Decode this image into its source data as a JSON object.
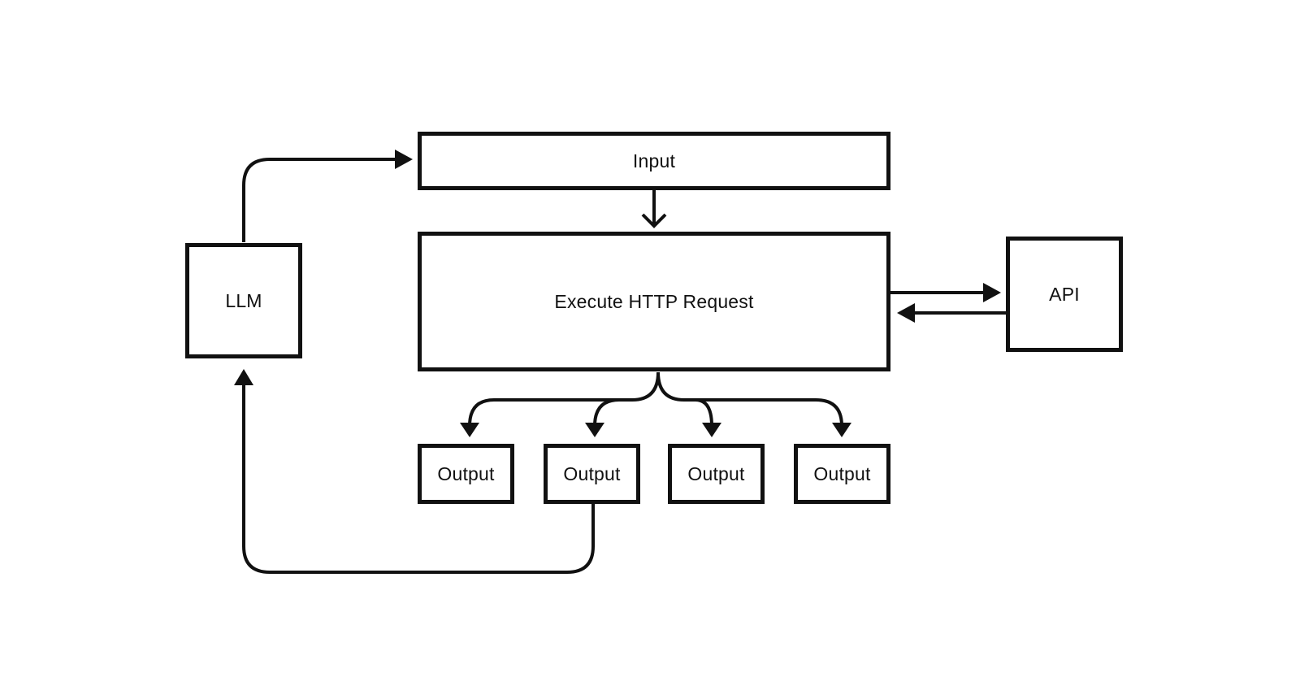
{
  "diagram": {
    "nodes": {
      "input": {
        "label": "Input"
      },
      "execute": {
        "label": "Execute HTTP Request"
      },
      "api": {
        "label": "API"
      },
      "llm": {
        "label": "LLM"
      },
      "outputs": [
        {
          "label": "Output"
        },
        {
          "label": "Output"
        },
        {
          "label": "Output"
        },
        {
          "label": "Output"
        }
      ]
    },
    "edges": [
      {
        "from": "input",
        "to": "execute"
      },
      {
        "from": "execute",
        "to": "api"
      },
      {
        "from": "api",
        "to": "execute"
      },
      {
        "from": "execute",
        "to": "output-1"
      },
      {
        "from": "execute",
        "to": "output-2"
      },
      {
        "from": "execute",
        "to": "output-3"
      },
      {
        "from": "execute",
        "to": "output-4"
      },
      {
        "from": "output-2",
        "to": "llm"
      },
      {
        "from": "llm",
        "to": "input"
      }
    ],
    "colors": {
      "stroke": "#111111",
      "background": "#ffffff",
      "text": "#111111"
    }
  }
}
